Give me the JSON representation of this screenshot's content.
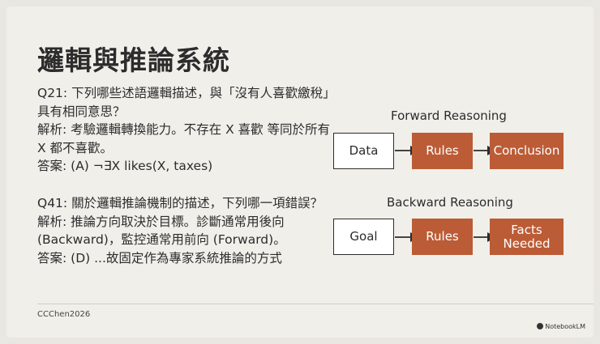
{
  "title": "邏輯與推論系統",
  "qa1": {
    "question": "Q21: 下列哪些述語邏輯描述，與「沒有人喜歡繳稅」具有相同意思？",
    "analysis": "解析: 考驗邏輯轉換能力。不存在 X 喜歡 等同於所有 X 都不喜歡。",
    "answer": "答案: (A) ¬∃X likes(X, taxes)"
  },
  "qa2": {
    "question": "Q41: 關於邏輯推論機制的描述，下列哪一項錯誤？",
    "analysis": "解析: 推論方向取決於目標。診斷通常用後向 (Backward)，監控通常用前向 (Forward)。",
    "answer": "答案: (D) ...故固定作為專家系統推論的方式"
  },
  "forward": {
    "label": "Forward Reasoning",
    "boxes": [
      "Data",
      "Rules",
      "Conclusion"
    ]
  },
  "backward": {
    "label": "Backward Reasoning",
    "boxes": [
      "Goal",
      "Rules",
      "Facts\nNeeded"
    ]
  },
  "colors": {
    "accent": "#bb5c36",
    "text": "#2c2c2c",
    "background": "#f1efea"
  },
  "footer": {
    "credit": "CCChen2026",
    "brand": "NotebookLM",
    "brand_icon": "notebooklm-logo-icon"
  }
}
